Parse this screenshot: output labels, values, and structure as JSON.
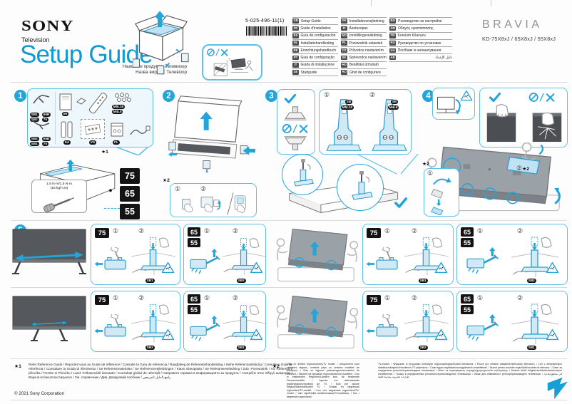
{
  "header": {
    "brand": "SONY",
    "product_type": "Television",
    "title": "Setup Guide",
    "product_name_ru": "Название продукта: Телевизор",
    "product_name_ua": "Назва виробу: Телевізор",
    "doc_number": "5-025-496-11(1)",
    "logo": "BRAVIA",
    "models": "KD-75X8xJ / 65X8xJ / 55X8xJ"
  },
  "languages": {
    "col1": [
      {
        "code": "GB",
        "label": "Setup Guide"
      },
      {
        "code": "FR",
        "label": "Guide d'installation"
      },
      {
        "code": "ES",
        "label": "Guía de configuración"
      },
      {
        "code": "NL",
        "label": "Installatiehandleiding"
      },
      {
        "code": "DE",
        "label": "Einrichtungshandbuch"
      },
      {
        "code": "PT",
        "label": "Guia de configuração"
      },
      {
        "code": "IT",
        "label": "Guida di installazione"
      },
      {
        "code": "SE",
        "label": "Startguide"
      }
    ],
    "col2": [
      {
        "code": "DK",
        "label": "Installationsvejledning"
      },
      {
        "code": "FI",
        "label": "Asetusopas"
      },
      {
        "code": "NO",
        "label": "Innstillingsveiledning"
      },
      {
        "code": "PL",
        "label": "Przewodnik ustawień"
      },
      {
        "code": "CZ",
        "label": "Průvodce nastavením"
      },
      {
        "code": "SK",
        "label": "Sprievodca nastavením"
      },
      {
        "code": "HU",
        "label": "Beállítási útmutató"
      },
      {
        "code": "RO",
        "label": "Ghid de configurare"
      }
    ],
    "col3": [
      {
        "code": "BG",
        "label": "Ръководство за настройки"
      },
      {
        "code": "GR",
        "label": "Οδηγός εγκατάστασης"
      },
      {
        "code": "TR",
        "label": "Kurulum Kılavuzu"
      },
      {
        "code": "RU",
        "label": "Руководство по установке"
      },
      {
        "code": "UA",
        "label": "Посібник із налаштування"
      },
      {
        "code": "AR",
        "label": "دليل الإعداد"
      }
    ]
  },
  "steps": {
    "n1": "1",
    "n2": "2",
    "n3": "3",
    "n4": "4",
    "n5": "5"
  },
  "markers": {
    "c1": "①",
    "c2": "②",
    "star1": "★1",
    "star2": "★2"
  },
  "sizes": {
    "s75": "75",
    "s65": "65",
    "s55": "55"
  },
  "parts": {
    "sb": "SB",
    "sb1": "SB1",
    "sb2": "SB2",
    "p65b": "65B",
    "im": "IM",
    "sa": "SA",
    "vs": "VS",
    "cl": "CL",
    "m5l16": "M5L16",
    "m4l8": "M4L8",
    "torque_line1": "1.5 N·m/1,5 N·m",
    "torque_line2": "(15 kgf·cm)"
  },
  "footnotes": {
    "star1": "Refer Reference Guide / Reportez-vous au Guide de référence / Consulte la Guía de referencia / Raadpleeg de Referentiehandleiding / Siehe Referenzanleitung / Consulte o Guia de referência / Consultare la Guida di riferimento / Se Referensmaterialet / Se Referencevejledningen / Katso viiteopasta / Se Referanseveiledning / Zob. Przewodnik / Viz Referenční příručka / Pozrite si Príručku / Lásd: Felhasználói útmutató / Consultați ghidul de referință / Направете справка в Информацията за продукта / Ανατρέξτε στον Οδηγό αναφοράς / Başvuru Kılavuzuna başvurun / См. справочник / Див. Довідковий посібник / راجع الدليل المرجعي",
    "star2a": "Only on limited region/country/TV model. / Uniquement pour certaines régions, certains pays ou certains modèles de téléviseur. / Solo en algunos países/regiones/modelos de televisor. / Beperkt tot bepaalde regio's/landen/tv-modellen. / Nur in bestimmten Regionen/Ländern bzw. für bestimmte Fernsehmodelle. / Apenas em determinadas regiões/países/modelos de TV. / Solo per alcune Regioni/Nazioni/Modelli TV. / Endast för begränsad region/land/TV-modell. / Kun ved begrænset region/land/TV-model. / Vain rajoitetuilla alueilla/maissa/TV-malleissa. / Kun i begrenset region/land/",
    "star2b": "TV-modell. / Wyłącznie w przypadku niektórych regionów/krajów/modeli telewizora. / Pouze pro některé oblasti/země/modely televizoru. / Len v obmedzených oblastiach/krajinách/modeloch TV prijímačov. / Csak egyes régiókban/országokban/tv-modelleknél. / Numai pentru anumite regiuni/țări/modele de televizor. / Само за определени региони/страни/модели телевизора. / Μόνο σε περιορισμένες περιοχές/χώρες/μοντέλα τηλεόρασης. / Sadece belirli bölgelerde/ülkelerde/televizyon modellerinde. / Только в определенных регионах/странах/моделях телевизора. / Лише для обмеженого регіону/країни/моделі телевізора. / في مناطق/بلدان/طرازات تلفزيون محدودة فقط",
    "copyright": "© 2021 Sony Corporation"
  }
}
